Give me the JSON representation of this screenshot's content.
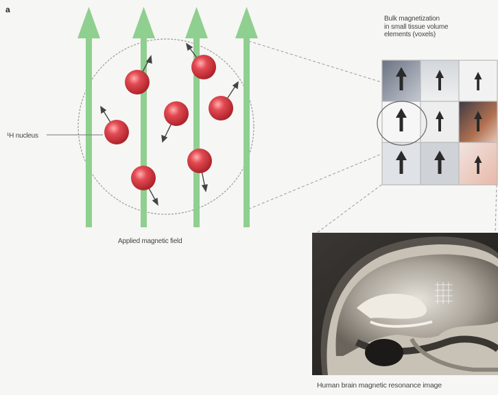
{
  "panel_letter": "a",
  "labels": {
    "nucleus": "¹H nucleus",
    "applied_field": "Applied magnetic field",
    "voxel_title_line1": "Bulk magnetization",
    "voxel_title_line2": "in small tissue volume",
    "voxel_title_line3": "elements (voxels)",
    "mri_caption": "Human brain magnetic resonance image"
  },
  "colors": {
    "field_arrow": "#8fcf8f",
    "nucleus": "#d8343c",
    "background": "#f6f6f4"
  },
  "voxel_grid": {
    "rows": 3,
    "cols": 3,
    "arrows": "up"
  }
}
